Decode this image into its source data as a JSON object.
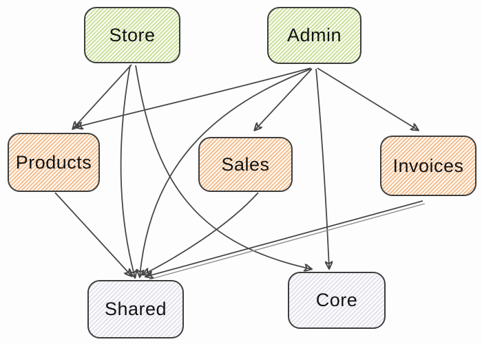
{
  "diagram": {
    "nodes": {
      "store": {
        "label": "Store",
        "fill": "green"
      },
      "admin": {
        "label": "Admin",
        "fill": "green"
      },
      "products": {
        "label": "Products",
        "fill": "orange"
      },
      "sales": {
        "label": "Sales",
        "fill": "orange"
      },
      "invoices": {
        "label": "Invoices",
        "fill": "orange"
      },
      "shared": {
        "label": "Shared",
        "fill": "gray"
      },
      "core": {
        "label": "Core",
        "fill": "gray"
      }
    },
    "edges": [
      {
        "from": "Store",
        "to": "Products"
      },
      {
        "from": "Store",
        "to": "Shared"
      },
      {
        "from": "Store",
        "to": "Core"
      },
      {
        "from": "Admin",
        "to": "Products"
      },
      {
        "from": "Admin",
        "to": "Sales"
      },
      {
        "from": "Admin",
        "to": "Invoices"
      },
      {
        "from": "Admin",
        "to": "Shared"
      },
      {
        "from": "Admin",
        "to": "Core"
      },
      {
        "from": "Products",
        "to": "Shared"
      },
      {
        "from": "Sales",
        "to": "Shared"
      },
      {
        "from": "Invoices",
        "to": "Shared"
      }
    ],
    "colors": {
      "green_hatch": "#cbe09c",
      "orange_hatch": "#f4bd8f",
      "gray_hatch": "#e2e2ec",
      "node_border": "#3d3d3d",
      "edge": "#474747",
      "text": "#131313",
      "background": "#fdfdfd"
    }
  }
}
